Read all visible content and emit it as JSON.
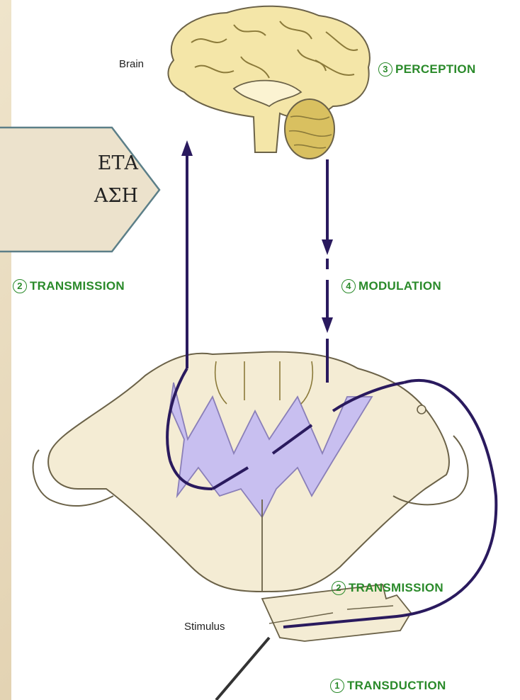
{
  "labels": {
    "brain": "Brain",
    "perception_num": "3",
    "perception": "PERCEPTION",
    "transmission_left_num": "2",
    "transmission_left": "TRANSMISSION",
    "modulation_num": "4",
    "modulation": "MODULATION",
    "transmission_right_num": "2",
    "transmission_right": "TRANSMISSION",
    "stimulus": "Stimulus",
    "transduction_num": "1",
    "transduction": "TRANSDUCTION"
  },
  "callout": {
    "line1": "ΕΤΑ",
    "line2": "ΑΣΗ"
  },
  "colors": {
    "pathway": "#2a1a5e",
    "gray_matter": "#c8bff0",
    "tissue": "#f4ecd4",
    "outline": "#6b6248",
    "label_green": "#2a8a2a",
    "callout_fill": "#ece2cc",
    "callout_stroke": "#5c7f88",
    "background": "#e9dcc2"
  }
}
